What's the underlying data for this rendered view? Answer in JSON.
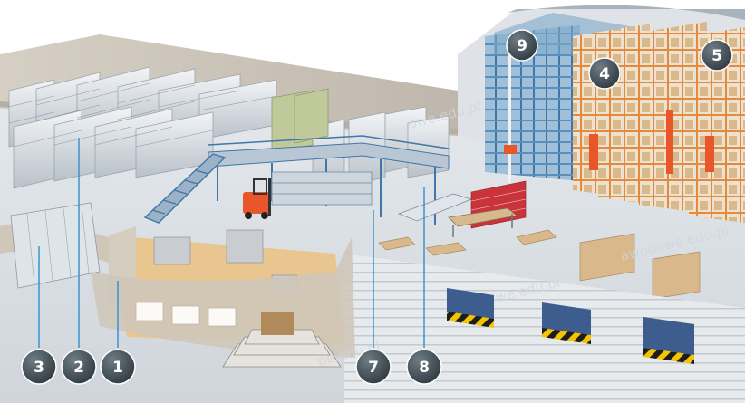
{
  "callouts": {
    "c1": "1",
    "c2": "2",
    "c3": "3",
    "c4": "4",
    "c5": "5",
    "c7": "7",
    "c8": "8",
    "c9": "9"
  },
  "watermark": {
    "w1": "owe.edu.pl",
    "w2": "we.edu.pl",
    "w3": "ne.edu.pl",
    "w4": "awodowe.edu.pl",
    "w5": "pl"
  },
  "colors": {
    "badge": "#3d4a52",
    "callout_line": "#2f8fd0",
    "floor": "#d9dee3",
    "wall": "#c9c1b6",
    "rack_frame": "#3f77a8",
    "office_floor": "#e9c690",
    "forklift": "#e8562a",
    "carton": "#d9b98c"
  }
}
